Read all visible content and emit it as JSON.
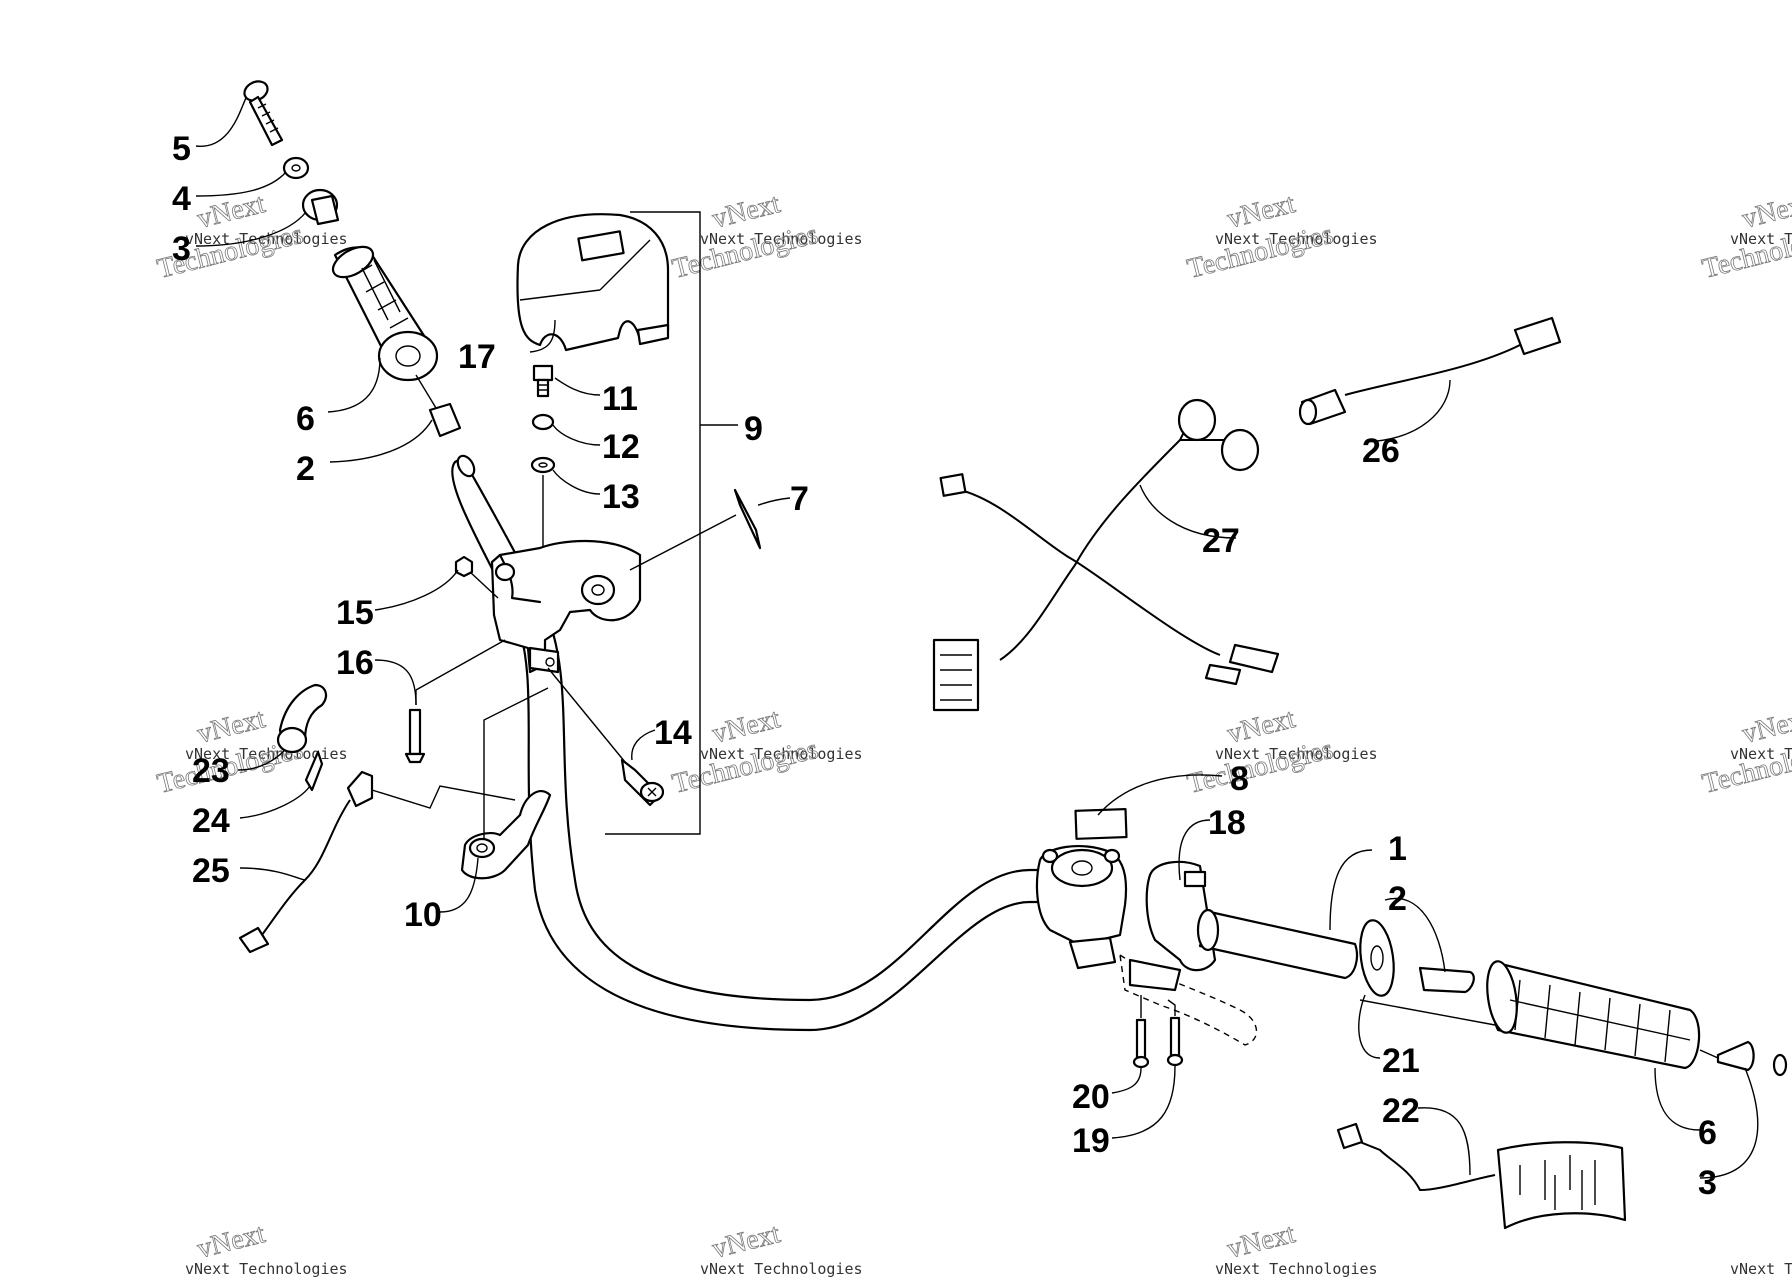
{
  "diagram": {
    "callouts": {
      "n1": "1",
      "n2a": "2",
      "n2b": "2",
      "n3a": "3",
      "n3b": "3",
      "n4": "4",
      "n5": "5",
      "n6a": "6",
      "n6b": "6",
      "n7": "7",
      "n8": "8",
      "n9": "9",
      "n10": "10",
      "n11": "11",
      "n12": "12",
      "n13": "13",
      "n14": "14",
      "n15": "15",
      "n16": "16",
      "n17": "17",
      "n18": "18",
      "n19": "19",
      "n20": "20",
      "n21": "21",
      "n22": "22",
      "n23": "23",
      "n24": "24",
      "n25": "25",
      "n26": "26",
      "n27": "27"
    },
    "watermark": {
      "small": "vNext Technologies",
      "line1": "vNext",
      "line2": "Technologies"
    }
  },
  "colors": {
    "line": "#000000",
    "background": "#ffffff",
    "watermark": "#7a7a7a"
  }
}
